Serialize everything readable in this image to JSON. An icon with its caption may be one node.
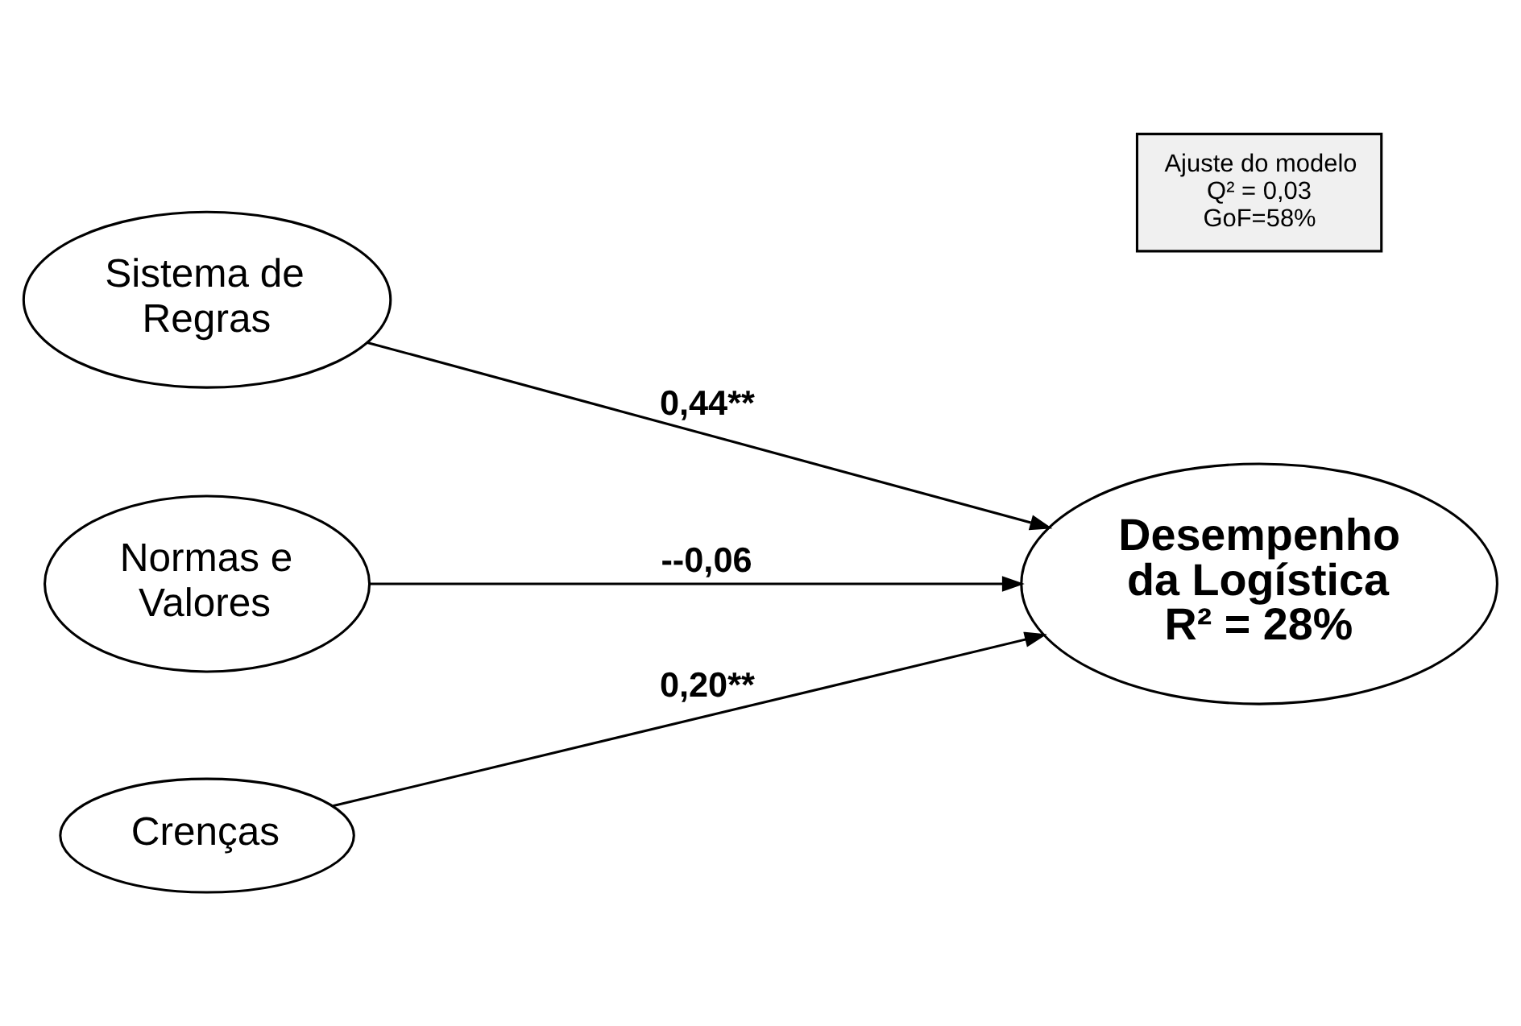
{
  "diagram": {
    "nodes": [
      {
        "text": [
          "Sistema de Regras"
        ]
      },
      {
        "text": [
          "Normas e Valores"
        ]
      },
      {
        "text": [
          "Crenças"
        ]
      },
      {
        "text": [
          "Desempenho da Logística",
          "R² = 28%"
        ]
      },
      {
        "text": [
          "Ajuste do modelo",
          "Q² = 0,03",
          "GoF=58%"
        ]
      }
    ],
    "edges": [
      {
        "from": 0,
        "to": 3,
        "arrow": "to",
        "label": "0,44**"
      },
      {
        "from": 1,
        "to": 3,
        "arrow": "to",
        "label": "--0,06"
      },
      {
        "from": 2,
        "to": 3,
        "arrow": "to",
        "label": "0,20**"
      }
    ]
  }
}
